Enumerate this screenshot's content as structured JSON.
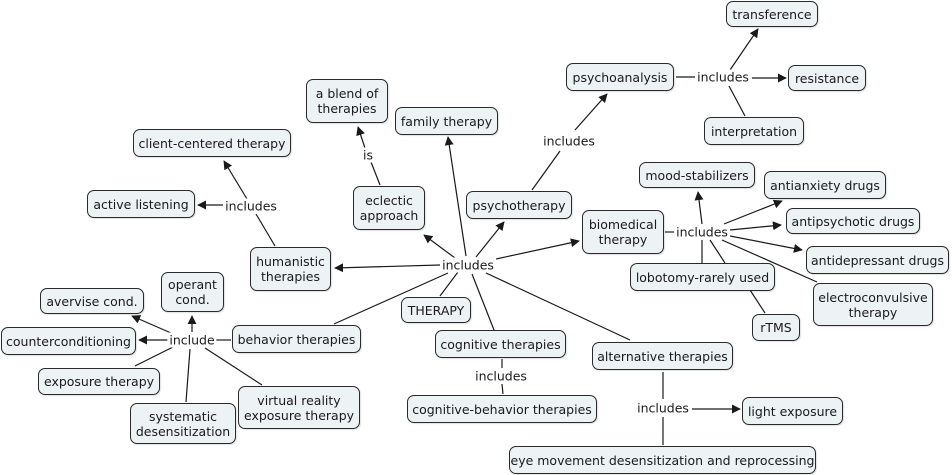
{
  "title": "THERAPY concept map",
  "colors": {
    "node_fill": "#edf2f5",
    "node_border": "#2a2a2a",
    "line": "#1a1a1a"
  },
  "nodes": {
    "therapy": "THERAPY",
    "psychotherapy": "psychotherapy",
    "psychoanalysis": "psychoanalysis",
    "transference": "transference",
    "resistance": "resistance",
    "interpretation": "interpretation",
    "family_therapy": "family therapy",
    "blend": "a blend of\ntherapies",
    "eclectic": "eclectic\napproach",
    "client_centered": "client-centered therapy",
    "active_listening": "active listening",
    "humanistic": "humanistic\ntherapies",
    "biomedical": "biomedical\ntherapy",
    "mood_stabilizers": "mood-stabilizers",
    "antianxiety": "antianxiety drugs",
    "antipsychotic": "antipsychotic drugs",
    "antidepressant": "antidepressant drugs",
    "lobotomy": "lobotomy-rarely used",
    "ect": "electroconvulsive\ntherapy",
    "rtms": "rTMS",
    "behavior": "behavior therapies",
    "operant": "operant\ncond.",
    "aversive": "avervise cond.",
    "counterconditioning": "counterconditioning",
    "exposure": "exposure therapy",
    "systematic": "systematic\ndesensitization",
    "virtual": "virtual reality\nexposure therapy",
    "cognitive": "cognitive therapies",
    "cbt": "cognitive-behavior therapies",
    "alternative": "alternative therapies",
    "light": "light exposure",
    "emdr": "eye movement desensitization and reprocessing"
  },
  "linking_phrases": {
    "main_includes": "includes",
    "psychotherapy_includes": "includes",
    "psychoanalysis_includes": "includes",
    "eclectic_is": "is",
    "humanistic_includes": "includes",
    "biomedical_includes": "includes",
    "behavior_include": "include",
    "cognitive_includes": "includes",
    "alternative_includes": "includes"
  }
}
